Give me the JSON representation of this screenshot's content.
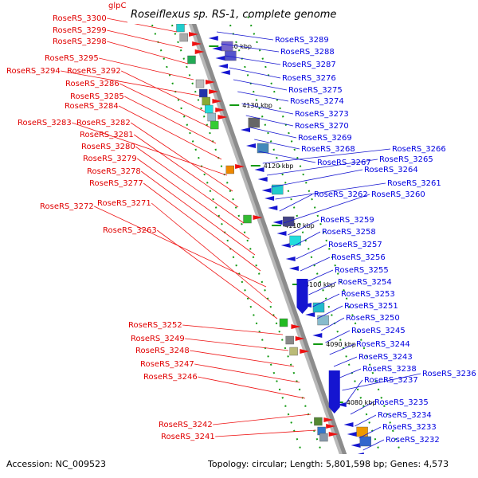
{
  "title": "Roseiflexus sp. RS-1, complete genome",
  "accession": "Accession: NC_009523",
  "summary": "Topology: circular; Length: 5,801,598 bp; Genes: 4,573",
  "colors": {
    "forward": "#ee1111",
    "reverse": "#1515d0",
    "backbone": "#8c8c8c",
    "ticks": "#119911"
  },
  "kbp_marks": [
    "4140 kbp",
    "4130 kbp",
    "4120 kbp",
    "4110 kbp",
    "4100 kbp",
    "4090 kbp",
    "4080 kbp"
  ],
  "left_labels": [
    "glpC",
    "RoseRS_3300",
    "RoseRS_3299",
    "RoseRS_3298",
    "RoseRS_3295",
    "RoseRS_3294",
    "RoseRS_3292",
    "RoseRS_3286",
    "RoseRS_3285",
    "RoseRS_3284",
    "RoseRS_3283",
    "RoseRS_3282",
    "RoseRS_3281",
    "RoseRS_3280",
    "RoseRS_3279",
    "RoseRS_3278",
    "RoseRS_3277",
    "RoseRS_3272",
    "RoseRS_3271",
    "RoseRS_3263",
    "RoseRS_3252",
    "RoseRS_3249",
    "RoseRS_3248",
    "RoseRS_3247",
    "RoseRS_3246",
    "RoseRS_3242",
    "RoseRS_3241"
  ],
  "right_labels": [
    "RoseRS_3289",
    "RoseRS_3288",
    "RoseRS_3287",
    "RoseRS_3276",
    "RoseRS_3275",
    "RoseRS_3274",
    "RoseRS_3273",
    "RoseRS_3270",
    "RoseRS_3269",
    "RoseRS_3268",
    "RoseRS_3267",
    "RoseRS_3266",
    "RoseRS_3265",
    "RoseRS_3264",
    "RoseRS_3261",
    "RoseRS_3262",
    "RoseRS_3260",
    "RoseRS_3259",
    "RoseRS_3258",
    "RoseRS_3257",
    "RoseRS_3256",
    "RoseRS_3255",
    "RoseRS_3254",
    "RoseRS_3253",
    "RoseRS_3251",
    "RoseRS_3250",
    "RoseRS_3245",
    "RoseRS_3244",
    "RoseRS_3243",
    "RoseRS_3238",
    "RoseRS_3236",
    "RoseRS_3237",
    "RoseRS_3235",
    "RoseRS_3234",
    "RoseRS_3233",
    "RoseRS_3232"
  ]
}
